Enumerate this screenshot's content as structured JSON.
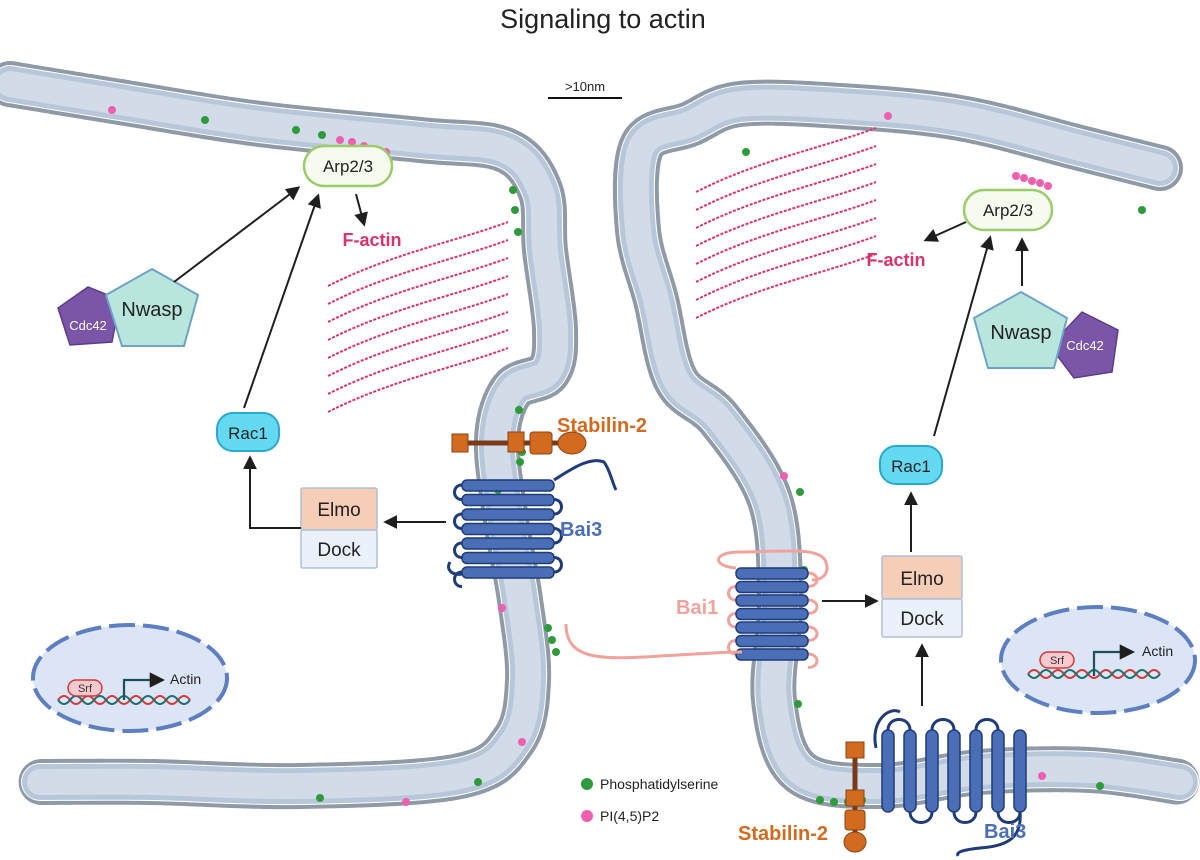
{
  "title": "Signaling to actin",
  "scale_bar": ">10nm",
  "left_cell": {
    "arp": "Arp2/3",
    "factin": "F-actin",
    "nwasp": "Nwasp",
    "cdc42": "Cdc42",
    "rac1": "Rac1",
    "elmo": "Elmo",
    "dock": "Dock",
    "stabilin": "Stabilin-2",
    "bai3": "Bai3",
    "srf": "Srf",
    "actin_gene": "Actin"
  },
  "right_cell": {
    "arp": "Arp2/3",
    "factin": "F-actin",
    "nwasp": "Nwasp",
    "cdc42": "Cdc42",
    "rac1": "Rac1",
    "elmo": "Elmo",
    "dock": "Dock",
    "bai1": "Bai1",
    "stabilin": "Stabilin-2",
    "bai3": "Bai3",
    "srf": "Srf",
    "actin_gene": "Actin"
  },
  "legend": [
    {
      "label": "Phosphatidylserine",
      "color": "#2e9a3c"
    },
    {
      "label": "PI(4,5)P2",
      "color": "#ee5fb0"
    }
  ],
  "colors": {
    "membrane_head": "#8f9aa7",
    "membrane_fill": "#e7eef6",
    "factin": "#d9336b",
    "arp_border": "#9ccb6a",
    "rac_fill": "#63d9f2",
    "elmo_fill": "#f6cdb6",
    "dock_fill": "#eaf1fb",
    "nwasp_fill": "#b9e6dc",
    "cdc42_fill": "#7a55a8",
    "stabilin": "#d26a1f",
    "bai3": "#4a6fb7",
    "bai1": "#efa39c"
  }
}
